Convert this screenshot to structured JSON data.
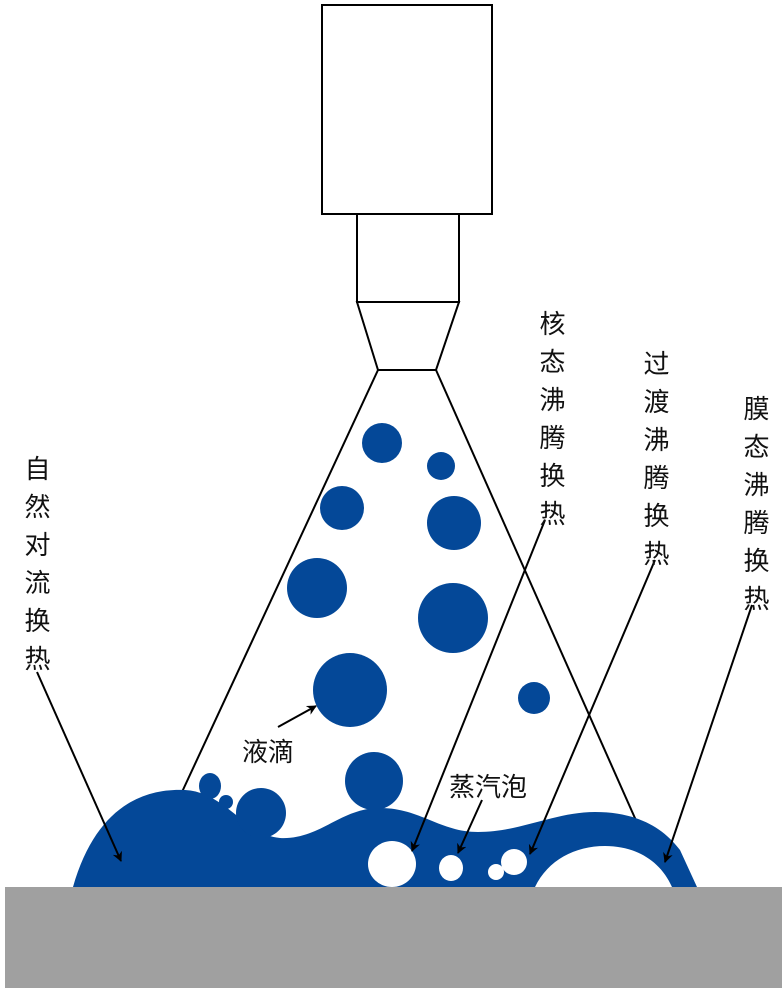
{
  "colors": {
    "liquid": "#044898",
    "surface": "#a0a0a0",
    "line": "#000000"
  },
  "labels": {
    "natural_convection": "自然对流换热",
    "nucleate_boiling": "核态沸腾换热",
    "transition_boiling": "过渡沸腾换热",
    "film_boiling": "膜态沸腾换热",
    "droplet": "液滴",
    "vapor_bubble": "蒸汽泡"
  }
}
